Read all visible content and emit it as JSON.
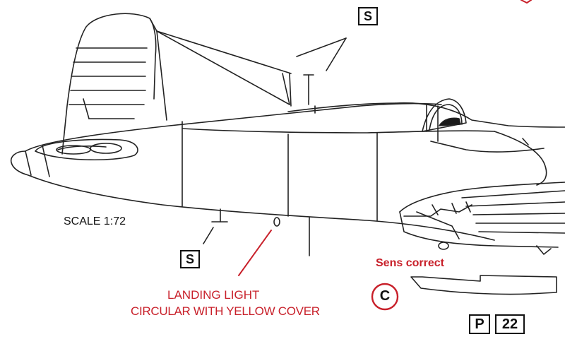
{
  "callout_s_top": "S",
  "callout_s_bottom": "S",
  "scale_text": "SCALE 1:72",
  "landing_light_line1": "LANDING LIGHT",
  "landing_light_line2": "CIRCULAR WITH YELLOW COVER",
  "sens_correct": "Sens correct",
  "circle_letter": "C",
  "page_tag_letter": "P",
  "page_tag_number": "22",
  "colors": {
    "line": "#222222",
    "accent_red": "#c8202a",
    "canopy_fill": "#1a1a1a"
  }
}
